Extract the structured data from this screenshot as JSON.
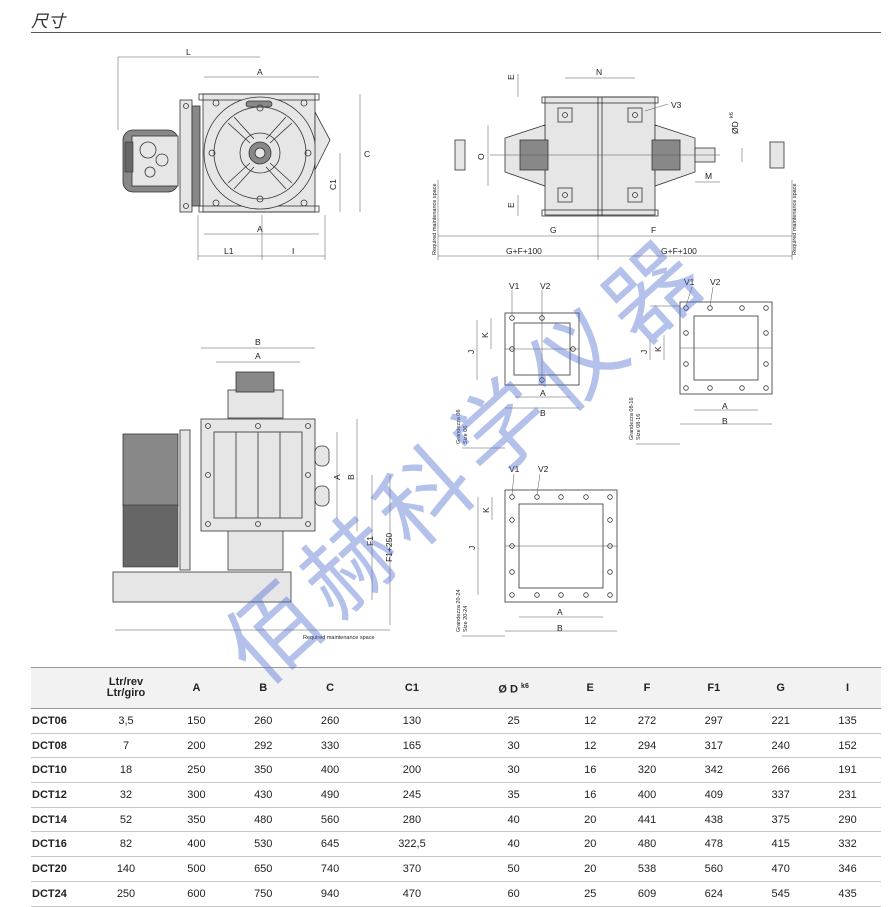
{
  "header": {
    "title": "尺寸"
  },
  "drawing": {
    "top_left": {
      "L": "L",
      "A_top": "A",
      "A_bottom": "A",
      "C": "C",
      "C1": "C1",
      "L1": "L1",
      "I": "I"
    },
    "top_right": {
      "N": "N",
      "E_top": "E",
      "E_bottom": "E",
      "V3": "V3",
      "O": "O",
      "D": "ØD",
      "D_tol": "k6",
      "M": "M",
      "G": "G",
      "F": "F",
      "GF_left": "G+F+100",
      "GF_right": "G+F+100",
      "maint_left": "Required maintenance space",
      "maint_right": "Required maintenance space"
    },
    "bottom_left": {
      "B": "B",
      "A_top": "A",
      "A_right": "A",
      "B_right": "B",
      "F1": "F1",
      "F1_250": "F1+250",
      "maint": "Required maintenance space"
    },
    "flange_06": {
      "V1": "V1",
      "V2": "V2",
      "K": "K",
      "J": "J",
      "A": "A",
      "B": "B",
      "size_it": "Grandezza 06",
      "size_en": "Size 06"
    },
    "flange_08_16": {
      "V1": "V1",
      "V2": "V2",
      "K": "K",
      "J": "J",
      "A": "A",
      "B": "B",
      "size_it": "Grandezza 08-16",
      "size_en": "Size 08-16"
    },
    "flange_20_24": {
      "V1": "V1",
      "V2": "V2",
      "K": "K",
      "J": "J",
      "A": "A",
      "B": "B",
      "size_it": "Grandezza 20-24",
      "size_en": "Size 20-24"
    }
  },
  "table": {
    "headers": {
      "h0": "",
      "h1a": "Ltr/rev",
      "h1b": "Ltr/giro",
      "h2": "A",
      "h3": "B",
      "h4": "C",
      "h5": "C1",
      "h6": "Ø D",
      "h6sup": "k6",
      "h7": "E",
      "h8": "F",
      "h9": "F1",
      "h10": "G",
      "h11": "I"
    },
    "rows": [
      [
        "DCT06",
        "3,5",
        "150",
        "260",
        "260",
        "130",
        "25",
        "12",
        "272",
        "297",
        "221",
        "135"
      ],
      [
        "DCT08",
        "7",
        "200",
        "292",
        "330",
        "165",
        "30",
        "12",
        "294",
        "317",
        "240",
        "152"
      ],
      [
        "DCT10",
        "18",
        "250",
        "350",
        "400",
        "200",
        "30",
        "16",
        "320",
        "342",
        "266",
        "191"
      ],
      [
        "DCT12",
        "32",
        "300",
        "430",
        "490",
        "245",
        "35",
        "16",
        "400",
        "409",
        "337",
        "231"
      ],
      [
        "DCT14",
        "52",
        "350",
        "480",
        "560",
        "280",
        "40",
        "20",
        "441",
        "438",
        "375",
        "290"
      ],
      [
        "DCT16",
        "82",
        "400",
        "530",
        "645",
        "322,5",
        "40",
        "20",
        "480",
        "478",
        "415",
        "332"
      ],
      [
        "DCT20",
        "140",
        "500",
        "650",
        "740",
        "370",
        "50",
        "20",
        "538",
        "560",
        "470",
        "346"
      ],
      [
        "DCT24",
        "250",
        "600",
        "750",
        "940",
        "470",
        "60",
        "25",
        "609",
        "624",
        "545",
        "435"
      ]
    ]
  },
  "watermark": "佰赫科学仪器"
}
